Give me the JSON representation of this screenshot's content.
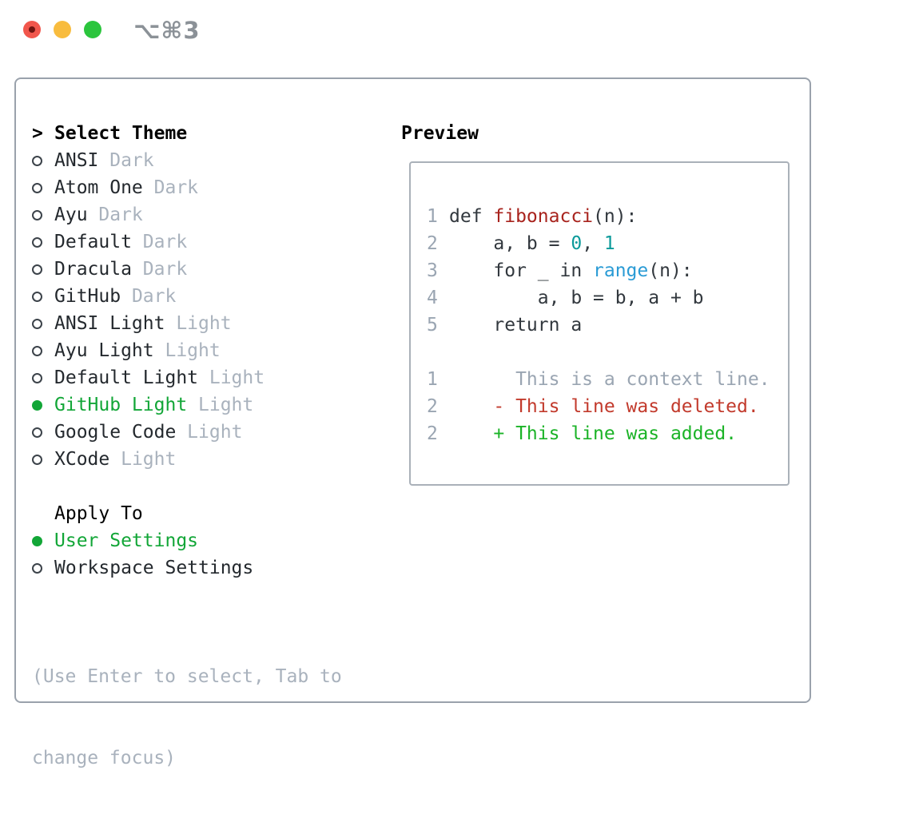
{
  "window": {
    "shortcut": "⌥⌘3"
  },
  "theme_picker": {
    "prompt_prefix": ">",
    "header": "Select Theme",
    "items": [
      {
        "name": "ANSI",
        "variant": "Dark",
        "selected": false
      },
      {
        "name": "Atom One",
        "variant": "Dark",
        "selected": false
      },
      {
        "name": "Ayu",
        "variant": "Dark",
        "selected": false
      },
      {
        "name": "Default",
        "variant": "Dark",
        "selected": false
      },
      {
        "name": "Dracula",
        "variant": "Dark",
        "selected": false
      },
      {
        "name": "GitHub",
        "variant": "Dark",
        "selected": false
      },
      {
        "name": "ANSI Light",
        "variant": "Light",
        "selected": false
      },
      {
        "name": "Ayu Light",
        "variant": "Light",
        "selected": false
      },
      {
        "name": "Default Light",
        "variant": "Light",
        "selected": false
      },
      {
        "name": "GitHub Light",
        "variant": "Light",
        "selected": true
      },
      {
        "name": "Google Code",
        "variant": "Light",
        "selected": false
      },
      {
        "name": "XCode",
        "variant": "Light",
        "selected": false
      }
    ],
    "apply_to": {
      "label": "Apply To",
      "options": [
        {
          "label": "User Settings",
          "selected": true
        },
        {
          "label": "Workspace Settings",
          "selected": false
        }
      ]
    },
    "hint_lines": [
      "(Use Enter to select, Tab to",
      "change focus)"
    ]
  },
  "preview": {
    "title": "Preview",
    "code_lines": [
      {
        "num": "1",
        "tokens": [
          {
            "text": "def ",
            "cls": "plain"
          },
          {
            "text": "fibonacci",
            "cls": "func"
          },
          {
            "text": "(n):",
            "cls": "plain"
          }
        ]
      },
      {
        "num": "2",
        "tokens": [
          {
            "text": "    a, b = ",
            "cls": "plain"
          },
          {
            "text": "0",
            "cls": "num"
          },
          {
            "text": ", ",
            "cls": "plain"
          },
          {
            "text": "1",
            "cls": "num"
          }
        ]
      },
      {
        "num": "3",
        "tokens": [
          {
            "text": "    for _ in ",
            "cls": "plain"
          },
          {
            "text": "range",
            "cls": "builtin"
          },
          {
            "text": "(n):",
            "cls": "plain"
          }
        ]
      },
      {
        "num": "4",
        "tokens": [
          {
            "text": "        a, b = b, a + b",
            "cls": "plain"
          }
        ]
      },
      {
        "num": "5",
        "tokens": [
          {
            "text": "    return a",
            "cls": "plain"
          }
        ]
      },
      {
        "num": "",
        "tokens": []
      },
      {
        "num": "1",
        "tokens": [
          {
            "text": "      This is a context line.",
            "cls": "context"
          }
        ]
      },
      {
        "num": "2",
        "tokens": [
          {
            "text": "    - This line was deleted.",
            "cls": "del"
          }
        ]
      },
      {
        "num": "2",
        "tokens": [
          {
            "text": "    + This line was added.",
            "cls": "add"
          }
        ]
      }
    ]
  },
  "colors": {
    "panel_border": "#9aa2ac",
    "box_border": "#aab1b9",
    "text": "#24292e",
    "muted": "#a9b2bd",
    "heading": "#000000",
    "green": "#12a637",
    "diff_add": "#1bb327",
    "diff_del": "#c23a2c",
    "func_red": "#a8231d",
    "num_teal": "#0b9a9a",
    "builtin_blue": "#2a9bd5",
    "lineno": "#9aa5b2",
    "title_gray": "#8b9197",
    "light_red": "#f1564c",
    "light_red_dot": "#701410",
    "light_yellow": "#f8bc3e",
    "light_green": "#2bc53d",
    "bullet": "#3c434a"
  }
}
